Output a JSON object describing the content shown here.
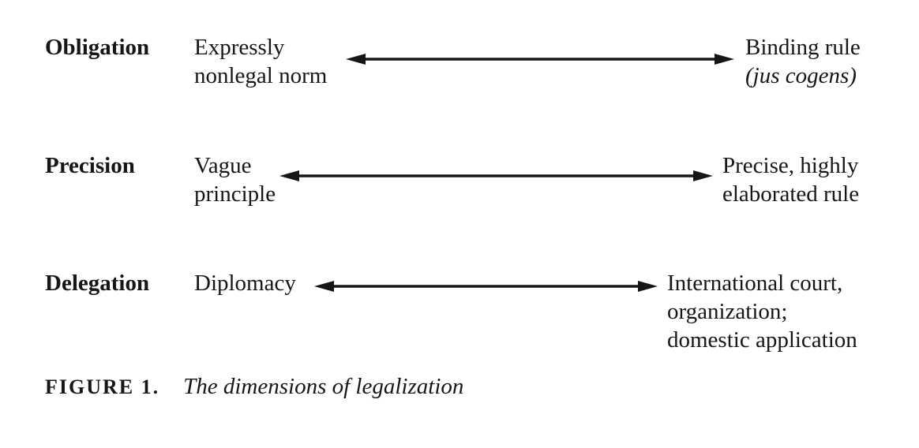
{
  "figure": {
    "rows": [
      {
        "dimension": "Obligation",
        "arrow": "double-headed-arrow",
        "left_pole": {
          "line1": "Expressly",
          "line2": "nonlegal norm"
        },
        "right_pole": {
          "line1": "Binding rule",
          "line2": "(jus cogens)"
        }
      },
      {
        "dimension": "Precision",
        "arrow": "double-headed-arrow",
        "left_pole": {
          "line1": "Vague",
          "line2": "principle"
        },
        "right_pole": {
          "line1": "Precise, highly",
          "line2": "elaborated rule"
        }
      },
      {
        "dimension": "Delegation",
        "arrow": "double-headed-arrow",
        "left_pole": {
          "line1": "Diplomacy"
        },
        "right_pole": {
          "line1": "International court,",
          "line2": "organization;",
          "line3": "domestic application"
        }
      }
    ],
    "caption": {
      "label": "FIGURE 1.",
      "text": "The dimensions of legalization"
    },
    "colors": {
      "ink": "#161616",
      "background": "#ffffff"
    }
  }
}
